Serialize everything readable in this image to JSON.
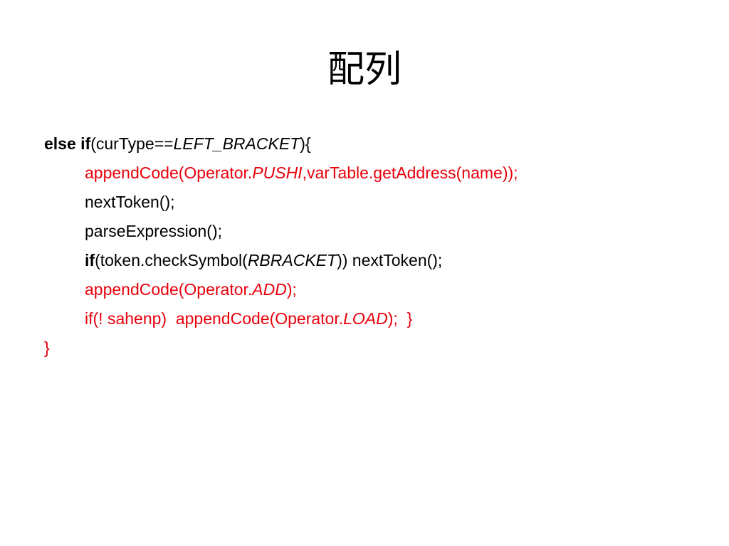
{
  "slide": {
    "title": "配列"
  },
  "code": {
    "line1": {
      "kw_else": "else",
      "kw_if": "if",
      "open": "(curType==",
      "const": "LEFT_BRACKET",
      "close": "){"
    },
    "line2": {
      "pre": "appendCode(Operator.",
      "const": "PUSHI",
      "post": ",varTable.getAddress(name));"
    },
    "line3": {
      "text": "nextToken();"
    },
    "line4": {
      "text": "parseExpression();"
    },
    "line5": {
      "kw_if": "if",
      "pre": "(token.checkSymbol(",
      "const": "RBRACKET",
      "post": ")) nextToken();"
    },
    "line6": {
      "pre": "appendCode(Operator.",
      "const": "ADD",
      "post": ");"
    },
    "line7": {
      "pre": "if(! sahenp)  appendCode(Operator.",
      "const": "LOAD",
      "post": ");  }"
    },
    "line8": {
      "text": "}"
    }
  },
  "colors": {
    "highlight": "#e8000b",
    "text": "#000000",
    "background": "#ffffff"
  }
}
